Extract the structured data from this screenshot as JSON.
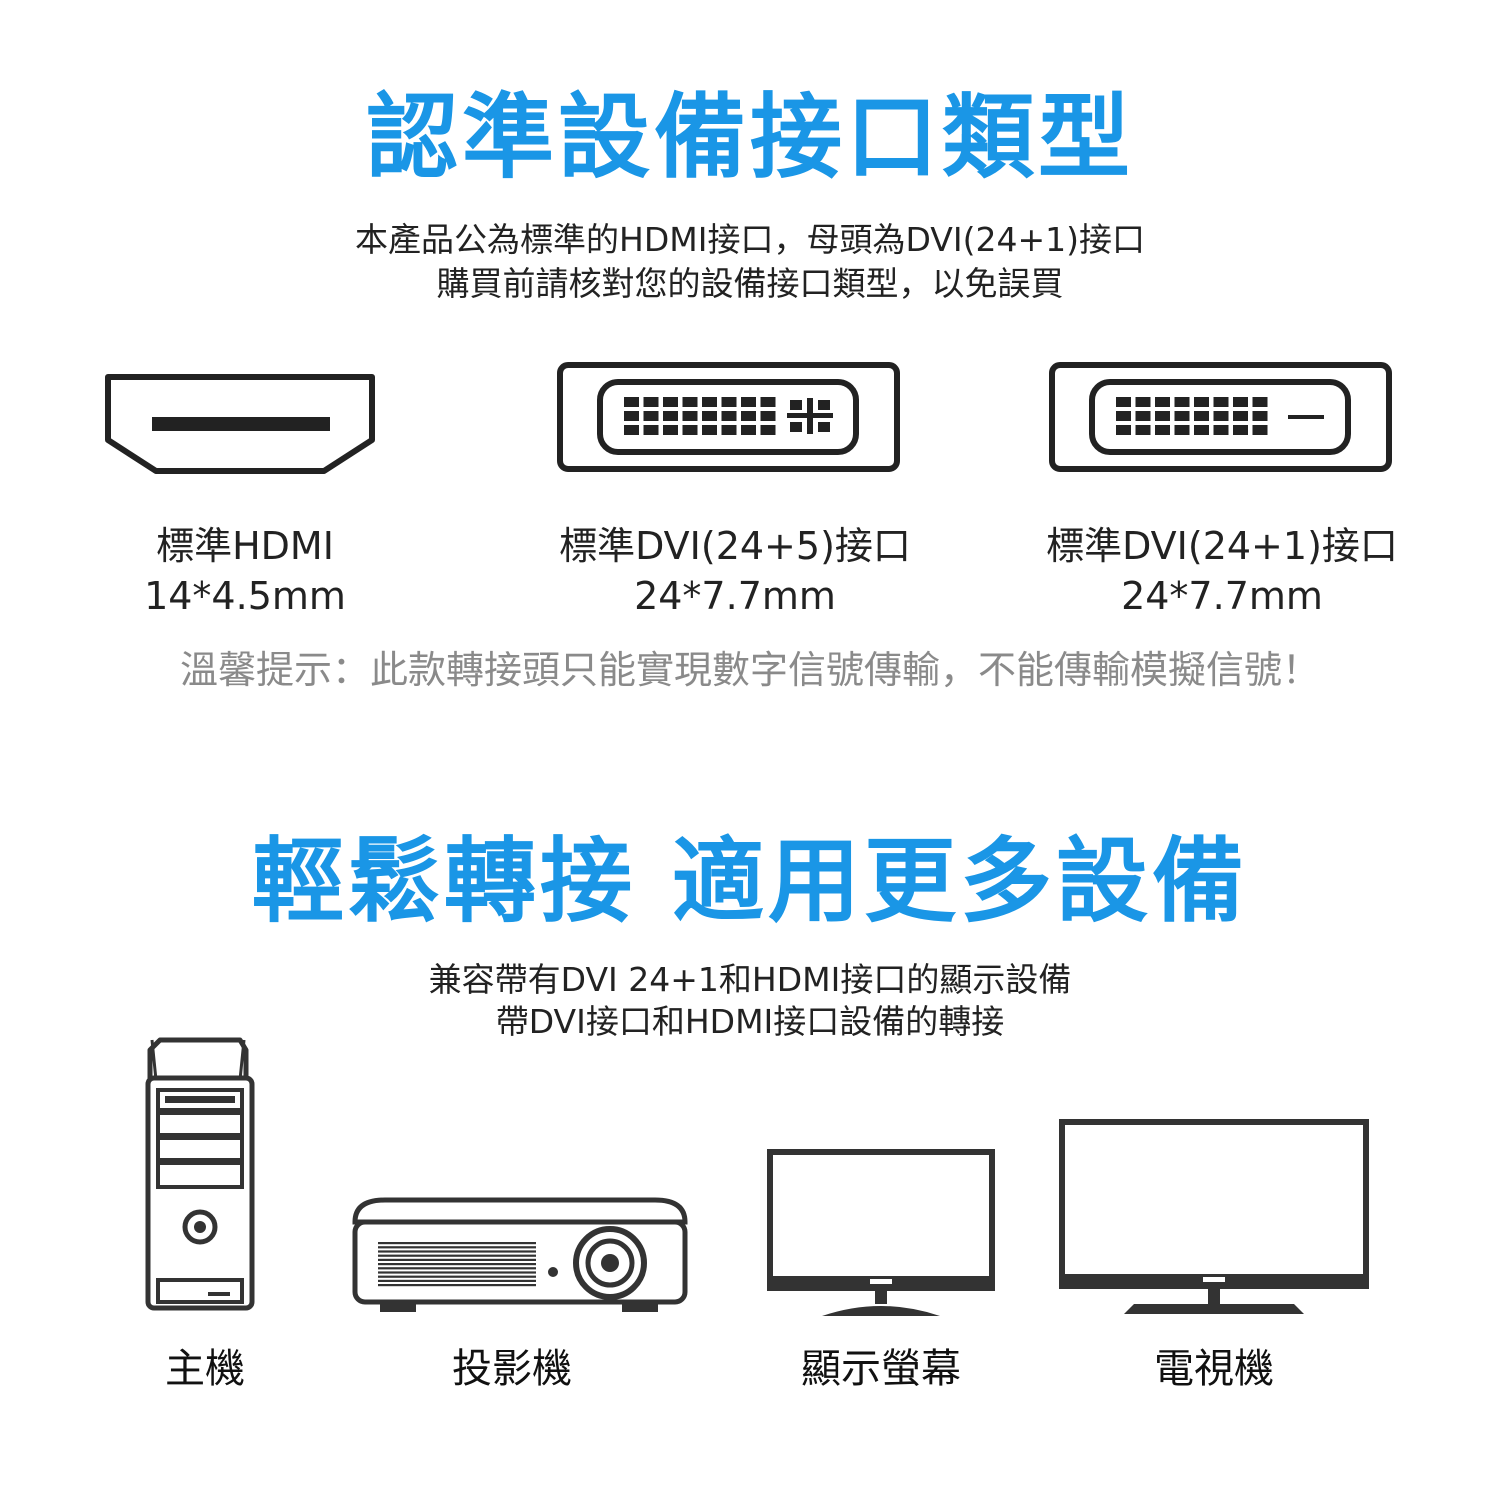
{
  "section1": {
    "title": "認準設備接口類型",
    "desc": [
      "本產品公為標準的HDMI接口，母頭為DVI(24+1)接口",
      "購買前請核對您的設備接口類型，以免誤買"
    ],
    "ports": [
      {
        "name": "標準HDMI",
        "size": "14*4.5mm",
        "icon": "hdmi-port-icon"
      },
      {
        "name": "標準DVI(24+5)接口",
        "size": "24*7.7mm",
        "icon": "dvi-24-5-port-icon"
      },
      {
        "name": "標準DVI(24+1)接口",
        "size": "24*7.7mm",
        "icon": "dvi-24-1-port-icon"
      }
    ],
    "tip": "溫馨提示：此款轉接頭只能實現數字信號傳輸，不能傳輸模擬信號！"
  },
  "section2": {
    "title": "輕鬆轉接 適用更多設備",
    "desc": [
      "兼容帶有DVI 24+1和HDMI接口的顯示設備",
      "帶DVI接口和HDMI接口設備的轉接"
    ],
    "devices": [
      {
        "label": "主機",
        "icon": "pc-tower-icon"
      },
      {
        "label": "投影機",
        "icon": "projector-icon"
      },
      {
        "label": "顯示螢幕",
        "icon": "monitor-icon"
      },
      {
        "label": "電視機",
        "icon": "tv-icon"
      }
    ]
  },
  "colors": {
    "accent": "#1a96e6",
    "tip": "#8a8a8a",
    "outline": "#222222"
  }
}
